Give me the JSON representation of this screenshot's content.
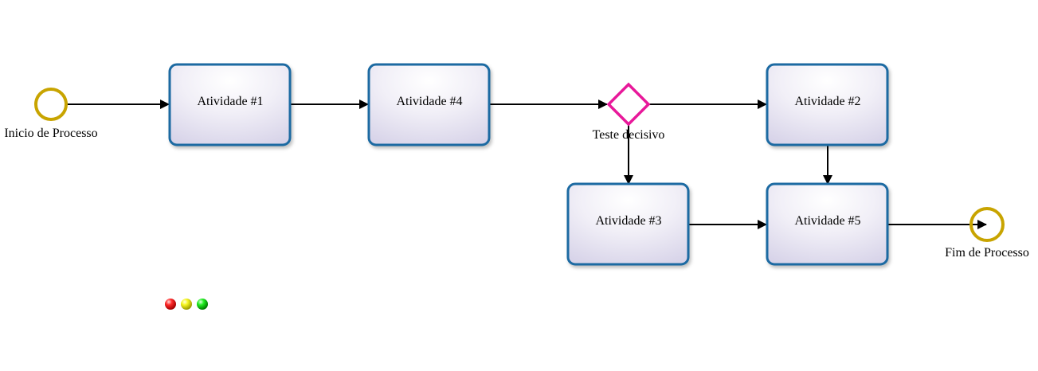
{
  "diagram": {
    "start_event": {
      "label": "Inicio de Processo"
    },
    "end_event": {
      "label": "Fim de Processo"
    },
    "gateway": {
      "label": "Teste decisivo"
    },
    "tasks": [
      {
        "id": "t1",
        "label": "Atividade #1"
      },
      {
        "id": "t4",
        "label": "Atividade #4"
      },
      {
        "id": "t2",
        "label": "Atividade #2"
      },
      {
        "id": "t3",
        "label": "Atividade #3"
      },
      {
        "id": "t5",
        "label": "Atividade #5"
      }
    ],
    "colors": {
      "task_border": "#1d6aa2",
      "task_fill_top": "#ffffff",
      "task_fill_bottom": "#dcd8ea",
      "event": "#c8a400",
      "gateway": "#e8189a",
      "edge": "#000000"
    },
    "status_lights": [
      {
        "name": "red-light",
        "color": "#ee1111"
      },
      {
        "name": "yellow-light",
        "color": "#eeee11"
      },
      {
        "name": "green-light",
        "color": "#22dd22"
      }
    ]
  }
}
